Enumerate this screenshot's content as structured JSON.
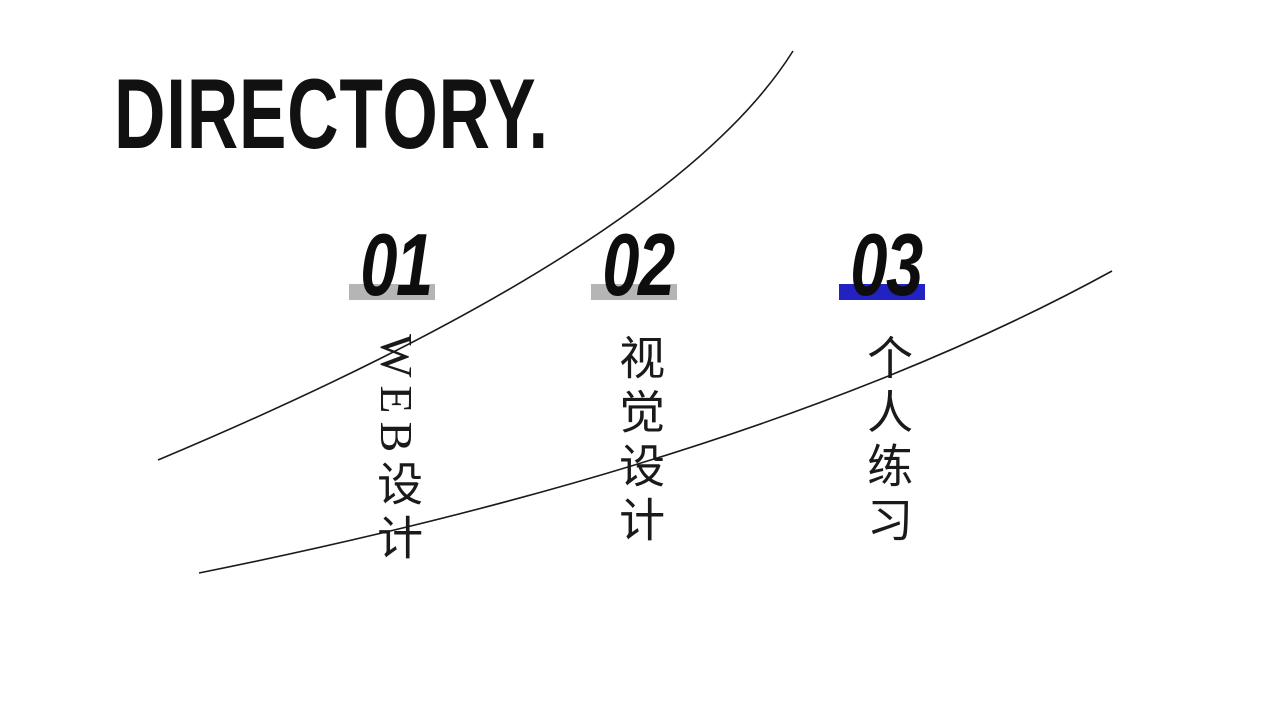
{
  "title": "DIRECTORY.",
  "sections": [
    {
      "number": "01",
      "label": "WEB设计",
      "highlight_color": "#b5b5b5"
    },
    {
      "number": "02",
      "label": "视觉设计",
      "highlight_color": "#b5b5b5"
    },
    {
      "number": "03",
      "label": "个人练习",
      "highlight_color": "#2222c2"
    }
  ],
  "colors": {
    "background": "#ffffff",
    "text": "#111111",
    "muted_gray_highlight": "#b5b5b5",
    "accent_blue_highlight": "#2222c2",
    "curve_line": "#1a1a1a"
  }
}
